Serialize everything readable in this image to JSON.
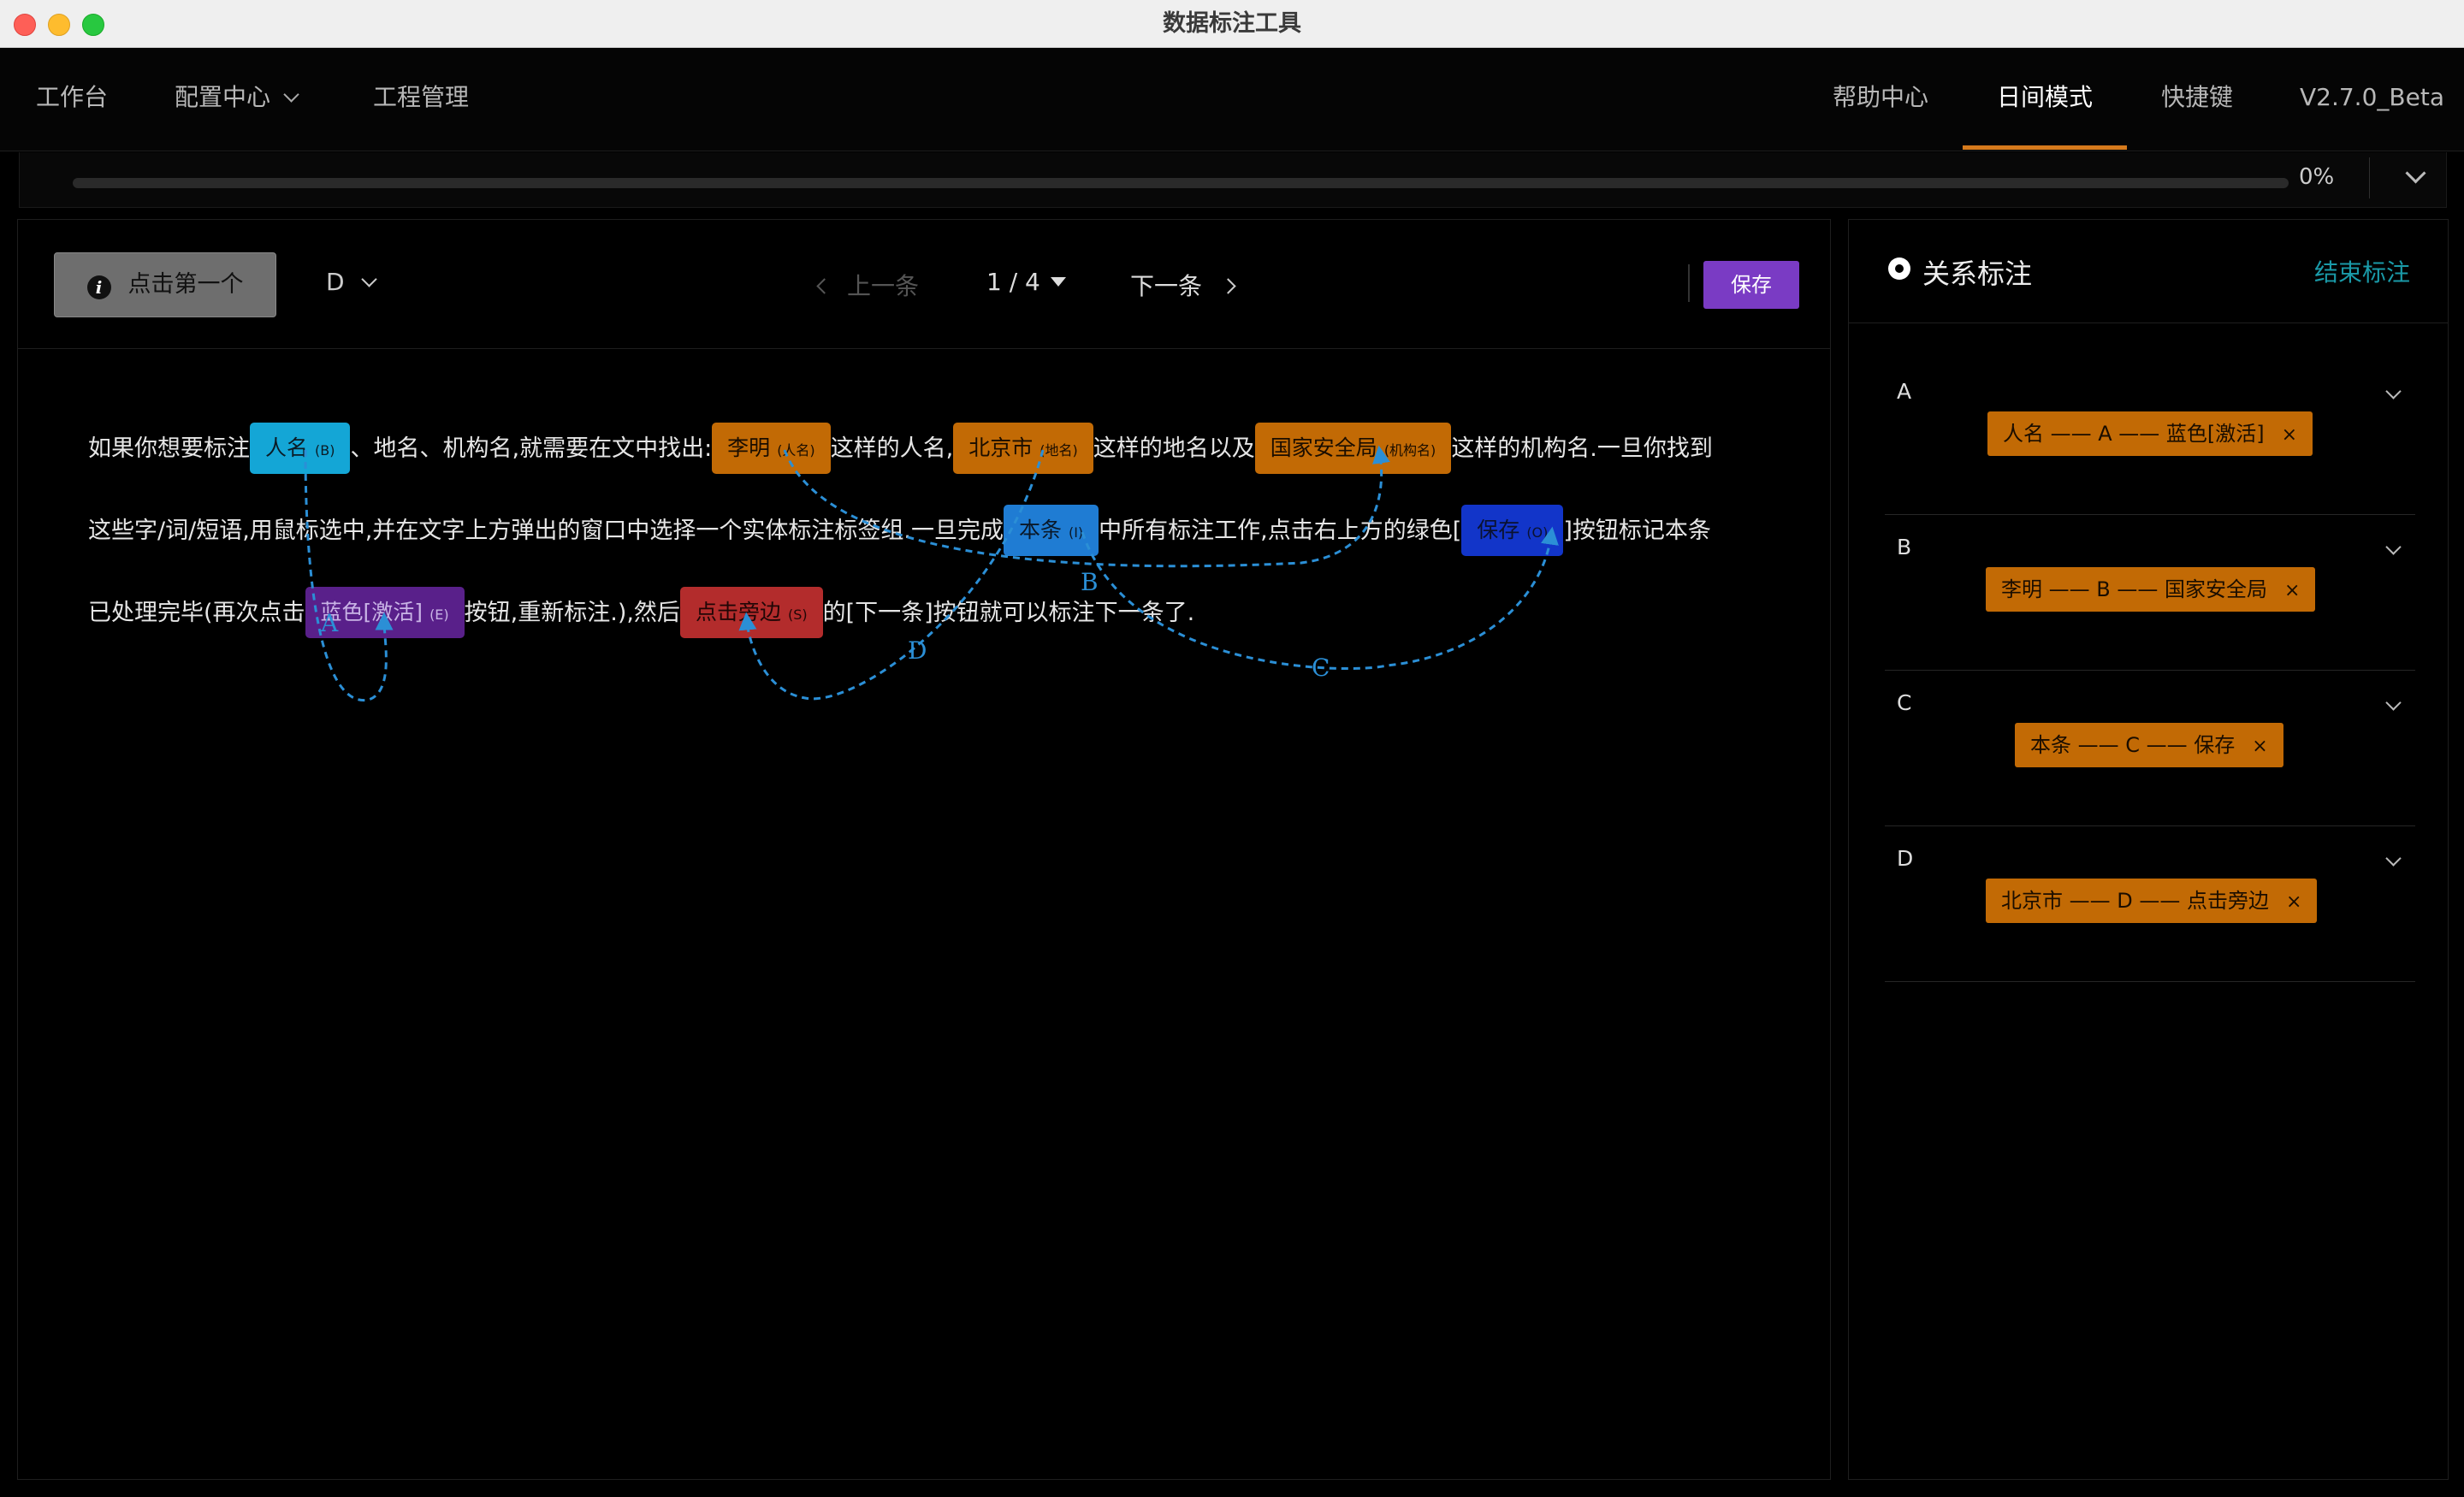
{
  "window": {
    "title": "数据标注工具"
  },
  "menu": {
    "left": [
      {
        "label": "工作台"
      },
      {
        "label": "配置中心"
      },
      {
        "label": "工程管理"
      }
    ],
    "right": [
      {
        "label": "帮助中心"
      },
      {
        "label": "日间模式",
        "active": true
      },
      {
        "label": "快捷键"
      },
      {
        "label": "V2.7.0_Beta"
      }
    ]
  },
  "progress": {
    "value": 0,
    "text": "0%"
  },
  "toolbar": {
    "first_button": "点击第一个",
    "relation_select": "D",
    "prev": "上一条",
    "count": "1 / 4",
    "next": "下一条",
    "save": "保存"
  },
  "text": {
    "line1": {
      "t1": "如果你想要标注",
      "e1": {
        "text": "人名",
        "tag": "(B)"
      },
      "t2": "、地名、机构名,就需要在文中找出:",
      "e2": {
        "text": "李明",
        "tag": "(人名)"
      },
      "t3": "这样的人名,",
      "e3": {
        "text": "北京市",
        "tag": "(地名)"
      },
      "t4": "这样的地名以及",
      "e4": {
        "text": "国家安全局",
        "tag": "(机构名)"
      },
      "t5": "这样的机构名.一旦你找到"
    },
    "line2": {
      "t1": "这些字/词/短语,用鼠标选中,并在文字上方弹出的窗口中选择一个实体标注标签组.一旦完成",
      "e1": {
        "text": "本条",
        "tag": "(I)"
      },
      "t2": "中所有标注工作,点击右上方的绿色[",
      "e2": {
        "text": "保存",
        "tag": "(O)"
      },
      "t3": "]按钮标记本条"
    },
    "line3": {
      "t1": "已处理完毕(再次点击",
      "e1": {
        "text": "蓝色[激活]",
        "tag": "(E)"
      },
      "t2": "按钮,重新标注.),然后",
      "e2": {
        "text": "点击旁边",
        "tag": "(S)"
      },
      "t3": "的[下一条]按钮就可以标注下一条了."
    },
    "arrow_labels": {
      "a": "A",
      "b": "B",
      "c": "C",
      "d": "D"
    }
  },
  "side": {
    "title": "关系标注",
    "end": "结束标注",
    "groups": [
      {
        "label": "A",
        "tag": "人名 —— A —— 蓝色[激活]"
      },
      {
        "label": "B",
        "tag": "李明 —— B —— 国家安全局"
      },
      {
        "label": "C",
        "tag": "本条 —— C —— 保存"
      },
      {
        "label": "D",
        "tag": "北京市 —— D —— 点击旁边"
      }
    ],
    "close": "×"
  },
  "colors": {
    "accent": "#d67a1c",
    "entity_orange": "#c26a05",
    "entity_cyan": "#14a6d6",
    "entity_blue": "#1f7cd3",
    "entity_navy": "#1235c9",
    "entity_purple": "#59208a",
    "entity_red": "#b32c2c",
    "save_button": "#7a3bc4",
    "end_link": "#1a9aa8",
    "arrow": "#2b8fd6"
  },
  "icons": {
    "info": "info-icon",
    "relation": "relation-icon",
    "chevron": "chevron-down-icon",
    "close": "close-icon"
  }
}
